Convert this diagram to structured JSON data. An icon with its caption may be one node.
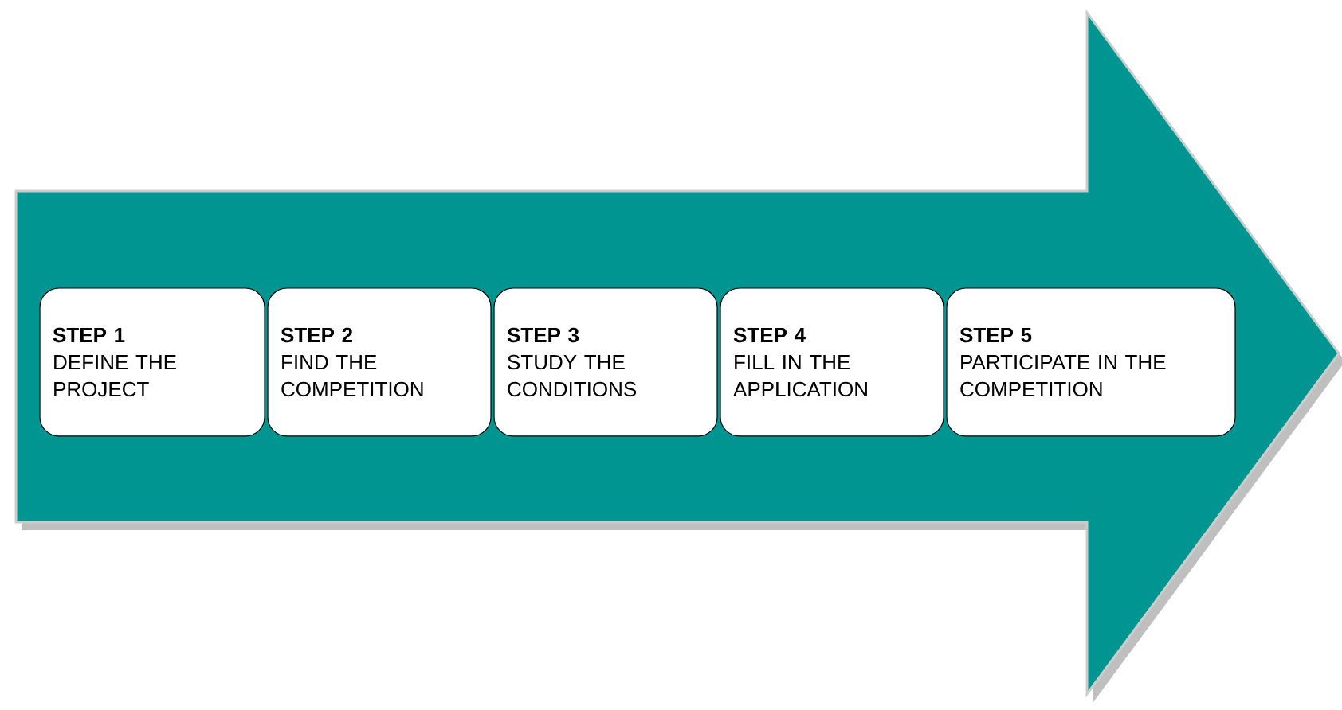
{
  "diagram": {
    "nodes": [
      {
        "text": [
          "STEP 1",
          "DEFINE THE PROJECT"
        ]
      },
      {
        "text": [
          "STEP 2",
          "FIND THE COMPETITION"
        ]
      },
      {
        "text": [
          "STEP 3",
          "STUDY THE CONDITIONS"
        ]
      },
      {
        "text": [
          "STEP 4",
          "FILL IN THE APPLICATION"
        ]
      },
      {
        "text": [
          "STEP 5",
          "PARTICIPATE IN THE COMPETITION"
        ]
      }
    ]
  }
}
